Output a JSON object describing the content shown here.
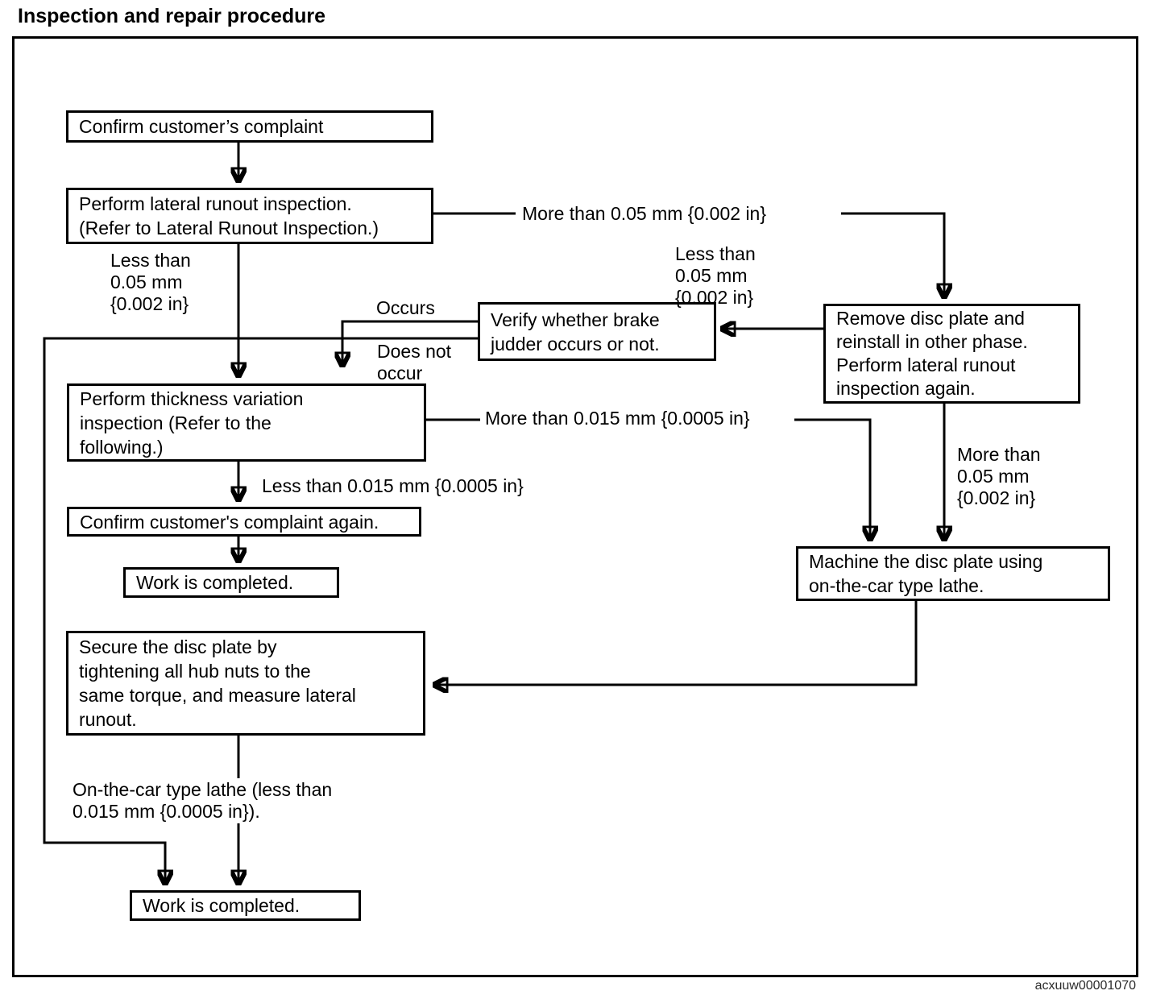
{
  "title": "Inspection and repair procedure",
  "figure_code": "acxuuw00001070",
  "nodes": {
    "confirm_complaint": "Confirm customer’s complaint",
    "lateral_runout": "Perform lateral runout inspection.\n(Refer to Lateral Runout Inspection.)",
    "verify_judder": "Verify whether brake\njudder occurs or not.",
    "remove_disc": "Remove disc plate and\nreinstall in other phase.\nPerform lateral runout\ninspection again.",
    "thickness_variation": "Perform thickness variation\ninspection (Refer to the\nfollowing.)",
    "confirm_again": "Confirm customer's complaint again.",
    "work_completed_mid": "Work is completed.",
    "machine_disc": "Machine the disc plate using\non-the-car type lathe.",
    "secure_disc": "Secure the disc plate by\ntightening all hub nuts to the\nsame torque, and measure lateral\nrunout.",
    "work_completed_end": "Work is completed."
  },
  "edge_labels": {
    "less_than_005_left": "Less than\n0.05 mm\n{0.002 in}",
    "more_than_005_top": "More than 0.05 mm {0.002 in}",
    "less_than_005_right": "Less than\n0.05 mm\n{0.002 in}",
    "occurs": "Occurs",
    "does_not_occur": "Does not\noccur",
    "more_than_0015": "More than 0.015 mm {0.0005 in}",
    "less_than_0015": "Less than 0.015 mm {0.0005 in}",
    "more_than_005_right": "More than\n0.05 mm\n{0.002 in}",
    "on_the_car_lathe": "On-the-car type lathe (less than\n0.015 mm {0.0005 in})."
  }
}
